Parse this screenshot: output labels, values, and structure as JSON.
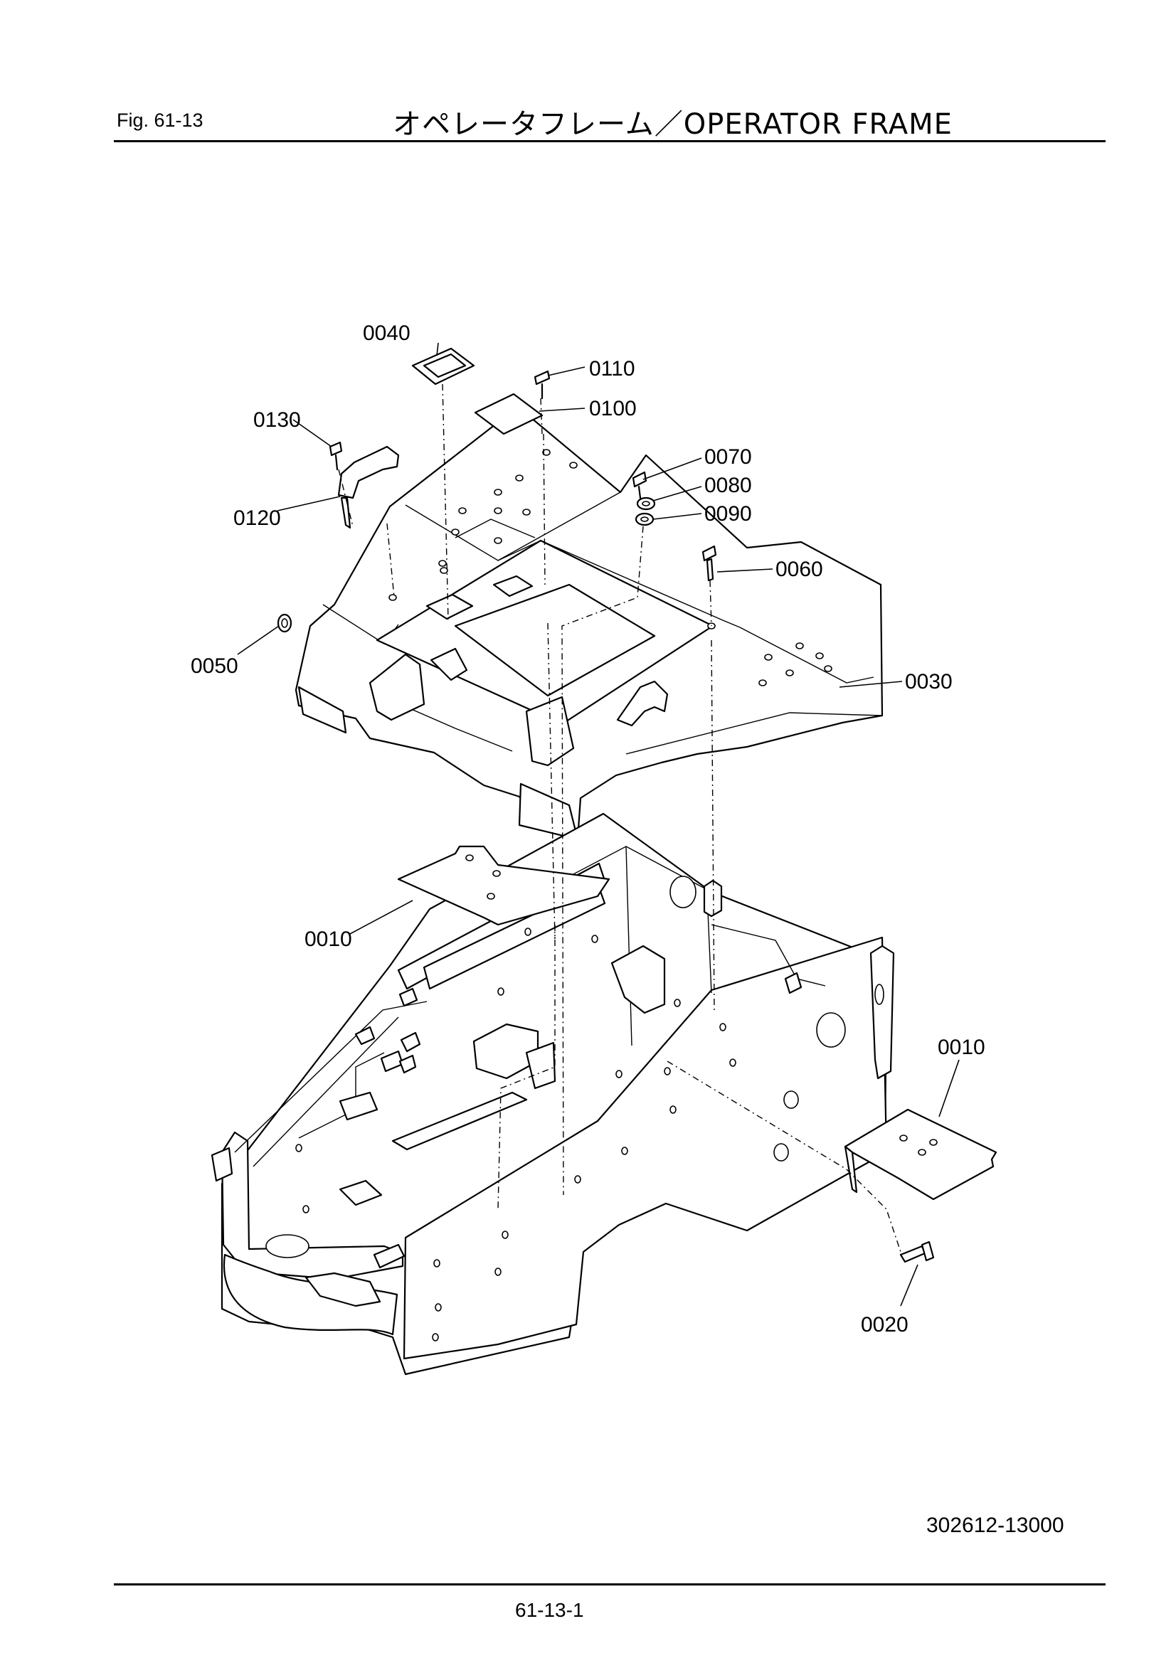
{
  "header": {
    "figure": "Fig.  61-13",
    "title": "オペレータフレーム／OPERATOR  FRAME"
  },
  "callouts": {
    "p0010a": "0010",
    "p0010b": "0010",
    "p0020": "0020",
    "p0030": "0030",
    "p0040": "0040",
    "p0050": "0050",
    "p0060": "0060",
    "p0070": "0070",
    "p0080": "0080",
    "p0090": "0090",
    "p0100": "0100",
    "p0110": "0110",
    "p0120": "0120",
    "p0130": "0130"
  },
  "footer": {
    "drawing_number": "302612-13000",
    "page_number": "61-13-1"
  }
}
